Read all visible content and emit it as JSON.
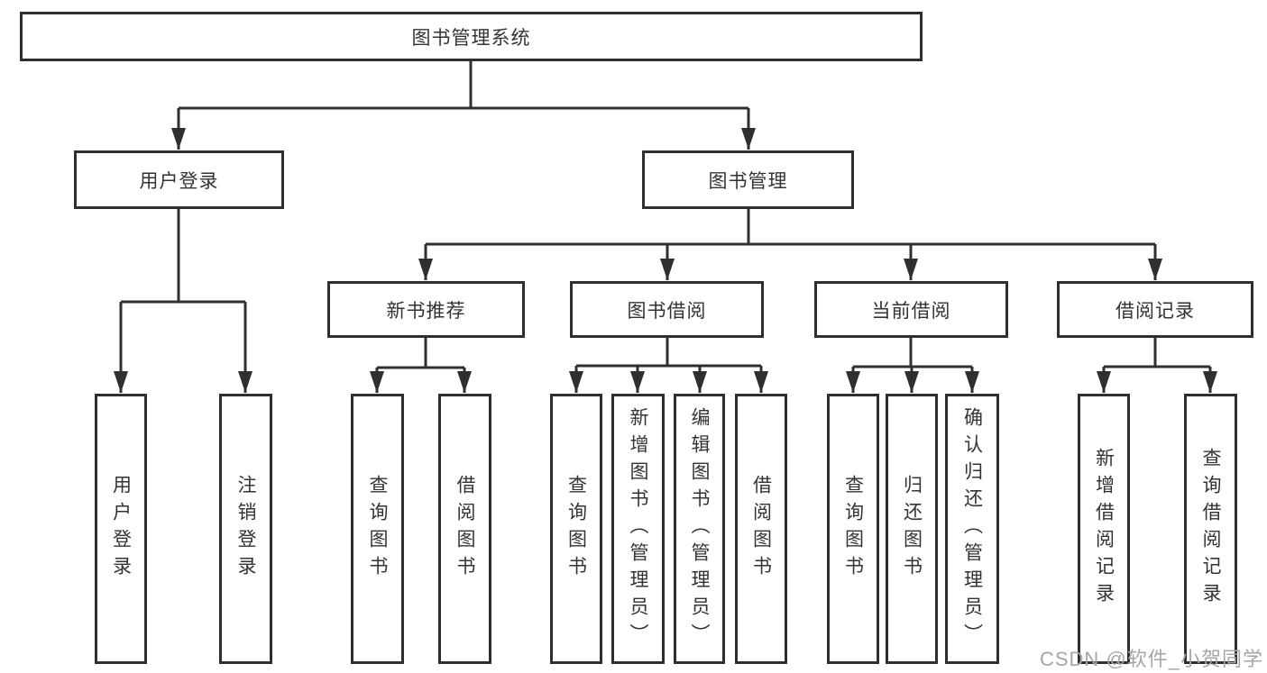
{
  "tree": {
    "root": "图书管理系统",
    "branches": [
      {
        "label": "用户登录",
        "children": [
          "用户登录",
          "注销登录"
        ]
      },
      {
        "label": "图书管理",
        "groups": [
          {
            "label": "新书推荐",
            "children": [
              "查询图书",
              "借阅图书"
            ]
          },
          {
            "label": "图书借阅",
            "children": [
              "查询图书",
              "新增图书（管理员）",
              "编辑图书（管理员）",
              "借阅图书"
            ]
          },
          {
            "label": "当前借阅",
            "children": [
              "查询图书",
              "归还图书",
              "确认归还（管理员）"
            ]
          },
          {
            "label": "借阅记录",
            "children": [
              "新增借阅记录",
              "查询借阅记录"
            ]
          }
        ]
      }
    ]
  },
  "watermark": "CSDN @软件_小贺同学",
  "colors": {
    "line": "#2f2f2f",
    "box_border": "#2f2f2f",
    "text": "#333333",
    "watermark": "#a6a6a6",
    "background": "#ffffff"
  }
}
